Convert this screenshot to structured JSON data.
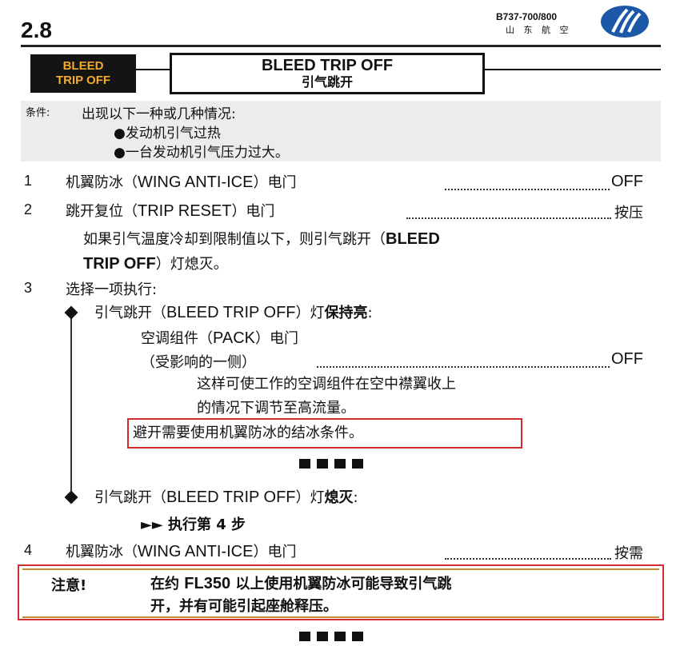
{
  "header": {
    "section": "2.8",
    "model": "B737-700/800",
    "airline": "山 东 航 空",
    "logo_icon": "shandong-airlines-logo"
  },
  "annunciator": {
    "line1": "BLEED",
    "line2": "TRIP OFF"
  },
  "title": {
    "en": "BLEED TRIP OFF",
    "cn": "引气跳开"
  },
  "condition": {
    "label": "条件:",
    "text": "出现以下一种或几种情况:",
    "items": [
      "●发动机引气过热",
      "●一台发动机引气压力过大。"
    ]
  },
  "steps": {
    "s1": {
      "num": "1",
      "pre": "机翼防冰（",
      "en": "WING ANTI-ICE",
      "post": "）电门",
      "value": "OFF"
    },
    "s2": {
      "num": "2",
      "pre": "跳开复位（",
      "en": "TRIP RESET",
      "post": "）电门",
      "value": "按压",
      "note_line1_pre": "如果引气温度冷却到限制值以下，则引气跳开（",
      "note_line1_en": "BLEED",
      "note_line2_en": "TRIP OFF",
      "note_line2_post": "）灯熄灭。"
    },
    "s3": {
      "num": "3",
      "text": "选择一项执行:"
    },
    "opt1": {
      "pre": "引气跳开（",
      "en": "BLEED TRIP OFF",
      "mid": "）灯",
      "bold": "保持亮",
      "post": ":"
    },
    "pack": {
      "line1_pre": "空调组件（",
      "line1_en": "PACK",
      "line1_post": "）电门",
      "line2": "（受影响的一侧）",
      "value": "OFF"
    },
    "pack_note": {
      "line1": "这样可使工作的空调组件在空中襟翼收上",
      "line2": "的情况下调节至高流量。"
    },
    "icing_note": "避开需要使用机翼防冰的结冰条件。",
    "opt2": {
      "pre": "引气跳开（",
      "en": "BLEED TRIP OFF",
      "mid": "）灯",
      "bold": "熄灭",
      "post": ":"
    },
    "goto": {
      "arrows": "►►",
      "text": "执行第 4 步"
    },
    "s4": {
      "num": "4",
      "pre": "机翼防冰（",
      "en": "WING ANTI-ICE",
      "post": "）电门",
      "value": "按需"
    }
  },
  "caution": {
    "label": "注意!",
    "line1_pre": "在约 ",
    "line1_bold": "FL350",
    "line1_post": " 以上使用机翼防冰可能导致引气跳",
    "line2": "开，并有可能引起座舱释压。"
  }
}
